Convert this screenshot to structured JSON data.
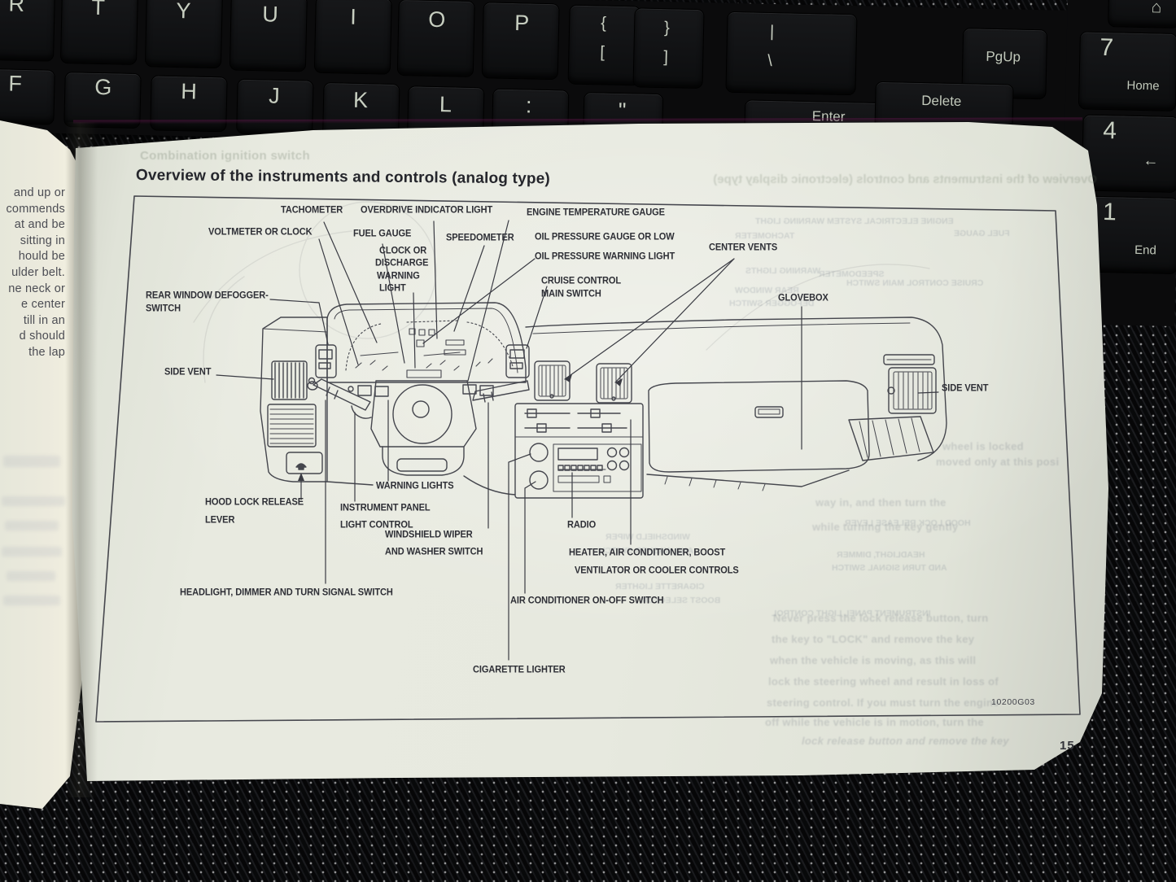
{
  "meta": {
    "page_number": "15",
    "figure_code": "10200G03"
  },
  "title": "Overview of the instruments and controls (analog type)",
  "labels": {
    "tachometer": "TACHOMETER",
    "overdrive": "OVERDRIVE INDICATOR LIGHT",
    "engine_temp": "ENGINE TEMPERATURE GAUGE",
    "voltmeter": "VOLTMETER OR CLOCK",
    "fuel": "FUEL GAUGE",
    "speedometer": "SPEEDOMETER",
    "oil_line1": "OIL PRESSURE GAUGE OR LOW",
    "oil_line2": "OIL PRESSURE WARNING LIGHT",
    "clock_line1": "CLOCK OR",
    "clock_line2": "DISCHARGE",
    "clock_line3": "WARNING",
    "clock_line4": "LIGHT",
    "cruise_line1": "CRUISE CONTROL",
    "cruise_line2": "MAIN SWITCH",
    "center_vents": "CENTER VENTS",
    "glovebox": "GLOVEBOX",
    "defogger_line1": "REAR WINDOW DEFOGGER-",
    "defogger_line2": "SWITCH",
    "side_vent_left": "SIDE VENT",
    "side_vent_right": "SIDE VENT",
    "hood_line1": "HOOD LOCK RELEASE",
    "hood_line2": "LEVER",
    "warning_lights": "WARNING LIGHTS",
    "panel_light_line1": "INSTRUMENT PANEL",
    "panel_light_line2": "LIGHT CONTROL",
    "radio": "RADIO",
    "wiper_line1": "WINDSHIELD WIPER",
    "wiper_line2": "AND WASHER SWITCH",
    "heater_line1": "HEATER, AIR CONDITIONER, BOOST",
    "heater_line2": "VENTILATOR OR COOLER CONTROLS",
    "headlight": "HEADLIGHT, DIMMER AND TURN SIGNAL SWITCH",
    "ac_switch": "AIR CONDITIONER ON-OFF SWITCH",
    "cigarette": "CIGARETTE LIGHTER"
  },
  "left_page_lines": {
    "l1": "and up or",
    "l2": "commends",
    "l3": "at and be",
    "l4": "sitting in",
    "l5": "hould be",
    "l6": "ulder belt.",
    "l7": "ne neck or",
    "l8": "e center",
    "l9": "till in an",
    "l10": "d should",
    "l11": "the lap"
  },
  "show_through": {
    "heading_left": "Combination ignition switch",
    "heading_right": "Overview of the instruments and controls (electronic display type)",
    "mirrored": {
      "m1": "ENGINE ELECTRICAL SYSTEM WARNING LIGHT",
      "m2": "TACHOMETER",
      "m3": "FUEL GAUGE",
      "m4": "WARNING LIGHTS",
      "m5": "SPEEDOMETER",
      "m6": "REAR WINDOW",
      "m7": "DEFOGGER SWITCH",
      "m8": "CRUISE CONTROL MAIN SWITCH",
      "m9": "HOOD LOCK RELEASE LEVER",
      "m10": "HEADLIGHT, DIMMER",
      "m11": "AND TURN SIGNAL SWITCH",
      "m12": "WINDSHIELD WIPER",
      "m13": "AND WASHER SWITCH",
      "m14": "CIGARETTE LIGHTER",
      "m15": "INSTRUMENT PANEL LIGHT CONTROL",
      "m16": "BOOST SELECTOR"
    },
    "bleed_lines": {
      "b1": "wheel is locked",
      "b2": "moved only at this posi",
      "b3": "way in, and then turn the",
      "b4": "while turning the key gently",
      "b5": "Never press the lock release button, turn",
      "b6": "the key to \"LOCK\" and remove the key",
      "b7": "when the vehicle is moving, as this will",
      "b8": "lock the steering wheel and result in loss of",
      "b9": "steering control. If you must turn the engine",
      "b10": "off while the vehicle is in motion, turn the",
      "b11": "lock release button and remove the key"
    }
  },
  "keyboard": {
    "keys": {
      "r": "R",
      "t": "T",
      "y": "Y",
      "u": "U",
      "i": "I",
      "o": "O",
      "p": "P",
      "brace_open_top": "{",
      "brace_open_bottom": "[",
      "brace_close_top": "}",
      "brace_close_bottom": "]",
      "pipe_top": "|",
      "pipe_bottom": "\\",
      "pgup": "PgUp",
      "home_icon": "⌂",
      "seven": "7",
      "seven_sub": "Home",
      "f": "F",
      "g": "G",
      "h": "H",
      "j": "J",
      "k": "K",
      "l": "L",
      "colon": ":",
      "quote": "\"",
      "enter": "Enter",
      "delete": "Delete",
      "four": "4",
      "four_sub": "←",
      "one": "1",
      "one_sub": "End"
    }
  }
}
